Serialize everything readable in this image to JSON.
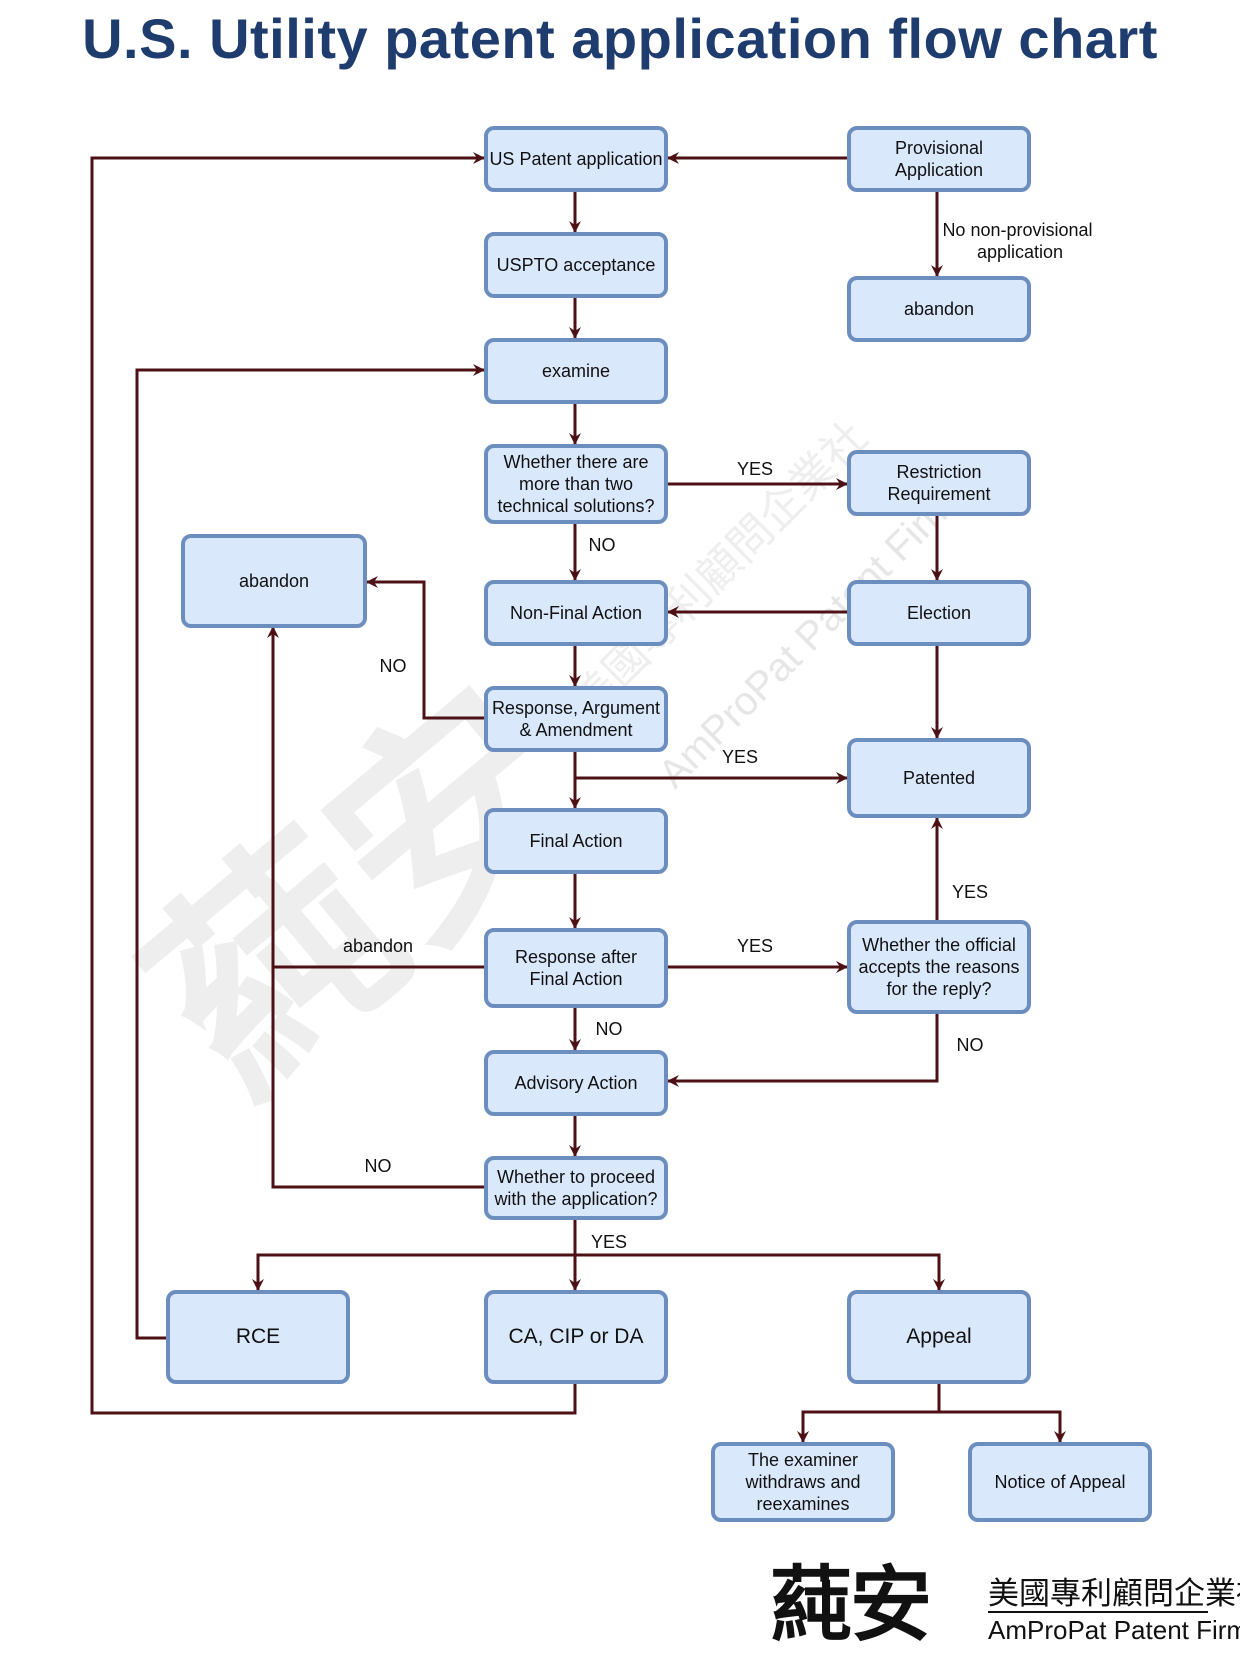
{
  "title": "U.S. Utility patent application flow chart",
  "colors": {
    "box_fill": "#dae8fc",
    "box_border": "#6c8ebf",
    "arrow": "#4d1014",
    "title": "#1f3c6e"
  },
  "nodes": {
    "us_patent_application": [
      "US Patent application"
    ],
    "provisional_application": [
      "Provisional",
      "Application"
    ],
    "uspto_acceptance": [
      "USPTO acceptance"
    ],
    "abandon_provisional": [
      "abandon"
    ],
    "examine": [
      "examine"
    ],
    "two_solutions": [
      "Whether there are",
      "more than two",
      "technical solutions?"
    ],
    "restriction_requirement": [
      "Restriction",
      "Requirement"
    ],
    "abandon_left": [
      "abandon"
    ],
    "non_final_action": [
      "Non-Final Action"
    ],
    "election": [
      "Election"
    ],
    "response_argument": [
      "Response, Argument",
      "& Amendment"
    ],
    "patented": [
      "Patented"
    ],
    "final_action": [
      "Final Action"
    ],
    "response_after_final": [
      "Response after",
      "Final Action"
    ],
    "official_accepts": [
      "Whether the official",
      "accepts the reasons",
      "for the reply?"
    ],
    "advisory_action": [
      "Advisory Action"
    ],
    "proceed": [
      "Whether to proceed",
      "with the application?"
    ],
    "rce": [
      "RCE"
    ],
    "ca_cip_da": [
      "CA, CIP or DA"
    ],
    "appeal": [
      "Appeal"
    ],
    "examiner_withdraws": [
      "The examiner",
      "withdraws and",
      "reexamines"
    ],
    "notice_of_appeal": [
      "Notice of Appeal"
    ]
  },
  "edge_labels": {
    "no_nonprovisional": [
      "No non-provisional",
      "application"
    ],
    "yes_restriction": "YES",
    "no_nonfinal": "NO",
    "no_abandon": "NO",
    "yes_patented": "YES",
    "yes_official_patented": "YES",
    "abandon_from_response": "abandon",
    "yes_response_official": "YES",
    "no_advisory": "NO",
    "no_official_advisory": "NO",
    "no_proceed": "NO",
    "yes_proceed": "YES"
  },
  "watermark": {
    "cjk_large": "蒓安",
    "cjk_diagonal": "美國專利顧問企業社",
    "en_diagonal": "AmProPat Patent Firm"
  },
  "logo": {
    "cjk": "蒓安",
    "cjk_small": "美國專利顧問企業社",
    "english": "AmProPat Patent Firm"
  }
}
